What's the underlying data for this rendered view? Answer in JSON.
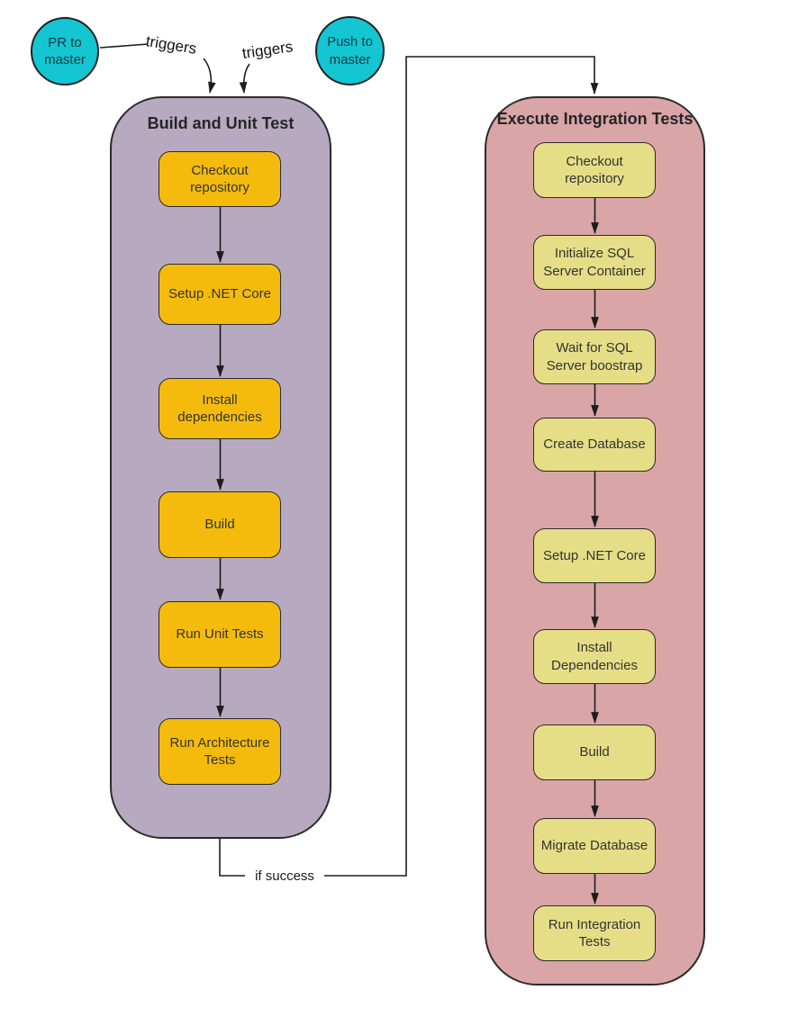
{
  "diagram": {
    "trigger_nodes": {
      "pr": "PR to master",
      "push": "Push to master"
    },
    "labels": {
      "trigger_left": "triggers",
      "trigger_right": "triggers",
      "if_success": "if success"
    },
    "build_pipeline": {
      "title": "Build and Unit Test",
      "steps": [
        "Checkout repository",
        "Setup .NET Core",
        "Install dependencies",
        "Build",
        "Run Unit Tests",
        "Run Architecture Tests"
      ]
    },
    "integration_pipeline": {
      "title": "Execute Integration Tests",
      "steps": [
        "Checkout repository",
        "Initialize SQL Server Container",
        "Wait for SQL Server boostrap",
        "Create Database",
        "Setup .NET Core",
        "Install Dependencies",
        "Build",
        "Migrate Database",
        "Run Integration Tests"
      ]
    },
    "colors": {
      "trigger_node": "#14c5d2",
      "build_container": "#b7aac0",
      "build_step": "#f4bb0d",
      "integration_container": "#d9a5a7",
      "integration_step": "#e6de86",
      "stroke": "#1d1d1d"
    }
  }
}
